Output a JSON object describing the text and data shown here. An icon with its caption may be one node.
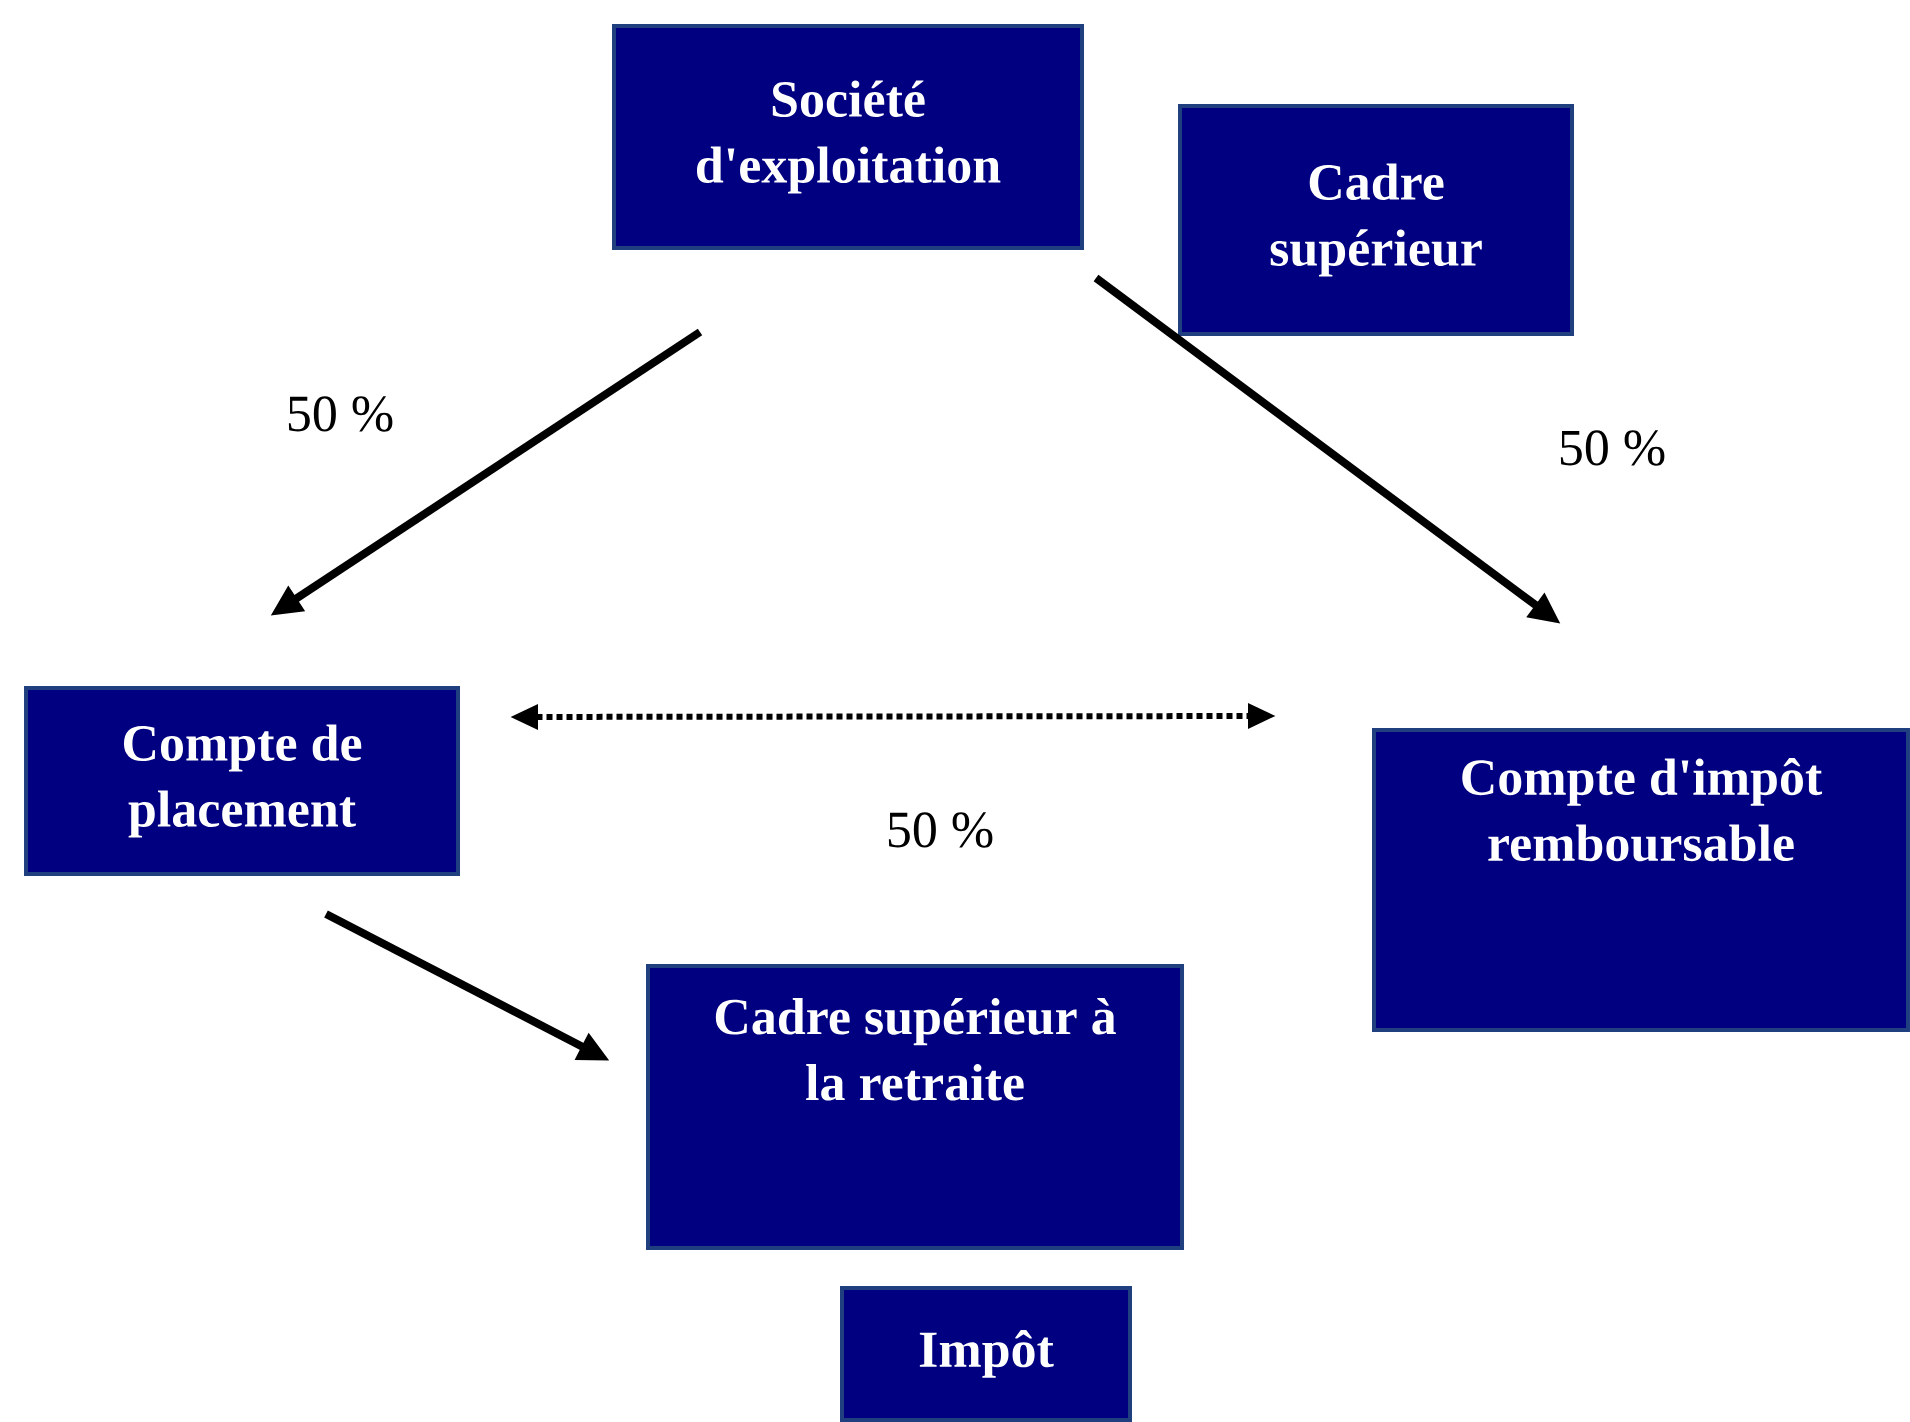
{
  "diagram": {
    "nodes": [
      {
        "text": [
          "Société d'exploitation"
        ]
      },
      {
        "text": [
          "Cadre supérieur"
        ]
      },
      {
        "text": [
          "Compte de placement"
        ]
      },
      {
        "text": [
          "Compte d'impôt remboursable"
        ]
      },
      {
        "text": [
          "Cadre supérieur à la retraite"
        ]
      },
      {
        "text": [
          "Impôt"
        ]
      }
    ],
    "edges": [
      {
        "from": 0,
        "to": 2,
        "arrow": "to",
        "label": "50 %"
      },
      {
        "from": 0,
        "to": 3,
        "arrow": "to",
        "label": "50 %"
      },
      {
        "from": 2,
        "to": 3,
        "arrow": "both",
        "label": "50 %",
        "style": "dashed"
      },
      {
        "from": 2,
        "to": 4,
        "arrow": "to"
      }
    ]
  }
}
